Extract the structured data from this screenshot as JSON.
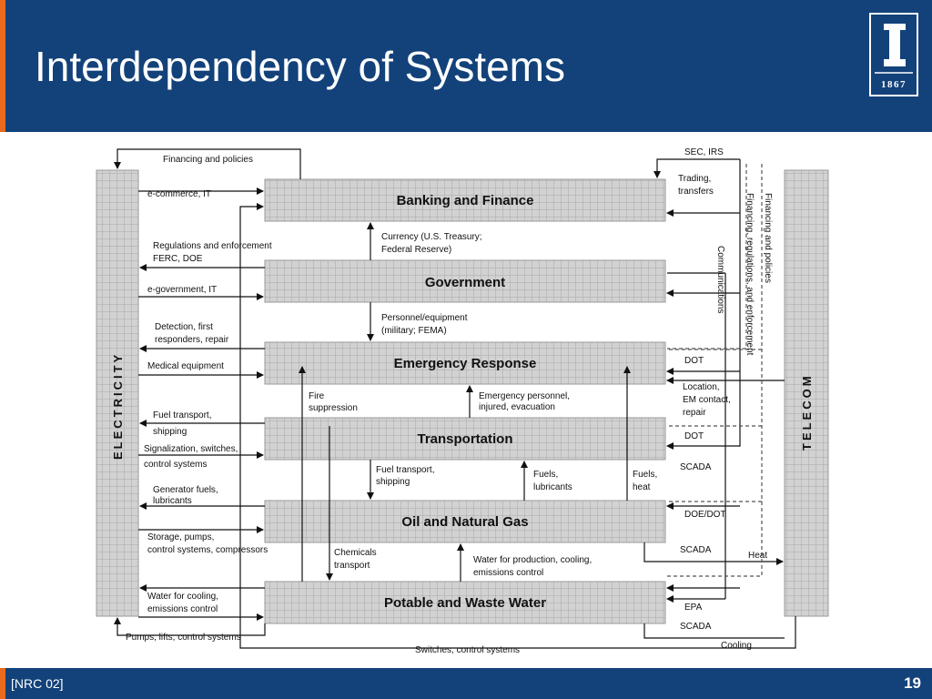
{
  "slide": {
    "title": "Interdependency of Systems",
    "citation": "[NRC 02]",
    "page_number": "19",
    "logo_year": "1867",
    "colors": {
      "header_bg": "#13427a",
      "accent": "#e86a1c",
      "header_text": "#ffffff"
    }
  },
  "diagram": {
    "sides": {
      "left": "ELECTRICITY",
      "right": "TELECOM"
    },
    "sectors": [
      "Banking and Finance",
      "Government",
      "Emergency Response",
      "Transportation",
      "Oil and Natural Gas",
      "Potable and Waste Water"
    ],
    "left_labels": [
      "Financing and policies",
      "e-commerce, IT",
      "Regulations and enforcement",
      "FERC, DOE",
      "e-government, IT",
      "Detection, first",
      "responders, repair",
      "Medical equipment",
      "Fuel transport,",
      "shipping",
      "Signalization, switches,",
      "control systems",
      "Generator fuels,",
      "lubricants",
      "Storage, pumps,",
      "control systems, compressors",
      "Water for cooling,",
      "emissions control",
      "Pumps, lifts, control systems",
      "Switches, control systems"
    ],
    "center_labels": [
      "Currency (U.S. Treasury;",
      "Federal Reserve)",
      "Personnel/equipment",
      "(military; FEMA)",
      "Fire",
      "suppression",
      "Emergency personnel,",
      "injured, evacuation",
      "Fuel transport,",
      "shipping",
      "Fuels,",
      "lubricants",
      "Fuels,",
      "heat",
      "Chemicals",
      "transport",
      "Water for production, cooling,",
      "emissions control"
    ],
    "right_labels": [
      "SEC, IRS",
      "Trading,",
      "transfers",
      "DOT",
      "Location,",
      "EM contact,",
      "repair",
      "DOT",
      "SCADA",
      "DOE/DOT",
      "SCADA",
      "Heat",
      "EPA",
      "SCADA",
      "Cooling"
    ],
    "vertical_labels": [
      "Communications",
      "Financing, regulations, and enforcement",
      "Financing and policies"
    ]
  }
}
